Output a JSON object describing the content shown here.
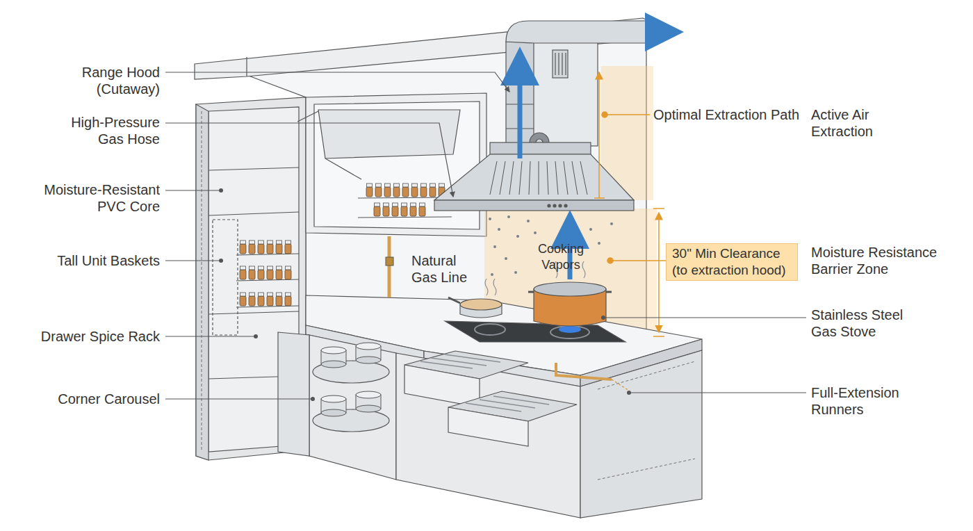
{
  "diagram": {
    "nodes": [
      {
        "text": [
          "30\" Min Clearance (to extraction hood)"
        ]
      }
    ],
    "labels": [
      "Range Hood (Cutaway)",
      "High-Pressure Gas Hose",
      "Moisture-Resistant PVC Core",
      "Tall Unit Baskets",
      "Drawer Spice Rack",
      "Corner Carousel",
      "Optimal Extraction Path",
      "Active Air Extraction",
      "Moisture Resistance Barrier Zone",
      "Stainless Steel Gas Stove",
      "Full-Extension Runners",
      "Natural Gas Line",
      "Cooking Vapors"
    ]
  }
}
